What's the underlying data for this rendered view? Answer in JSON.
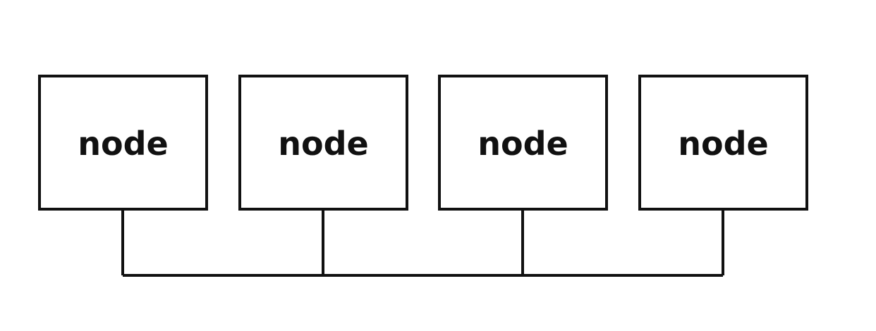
{
  "diagram": {
    "nodes": [
      {
        "label": "node"
      },
      {
        "label": "node"
      },
      {
        "label": "node"
      },
      {
        "label": "node"
      }
    ],
    "colors": {
      "stroke": "#111111",
      "fill": "#ffffff",
      "text": "#111111"
    }
  }
}
